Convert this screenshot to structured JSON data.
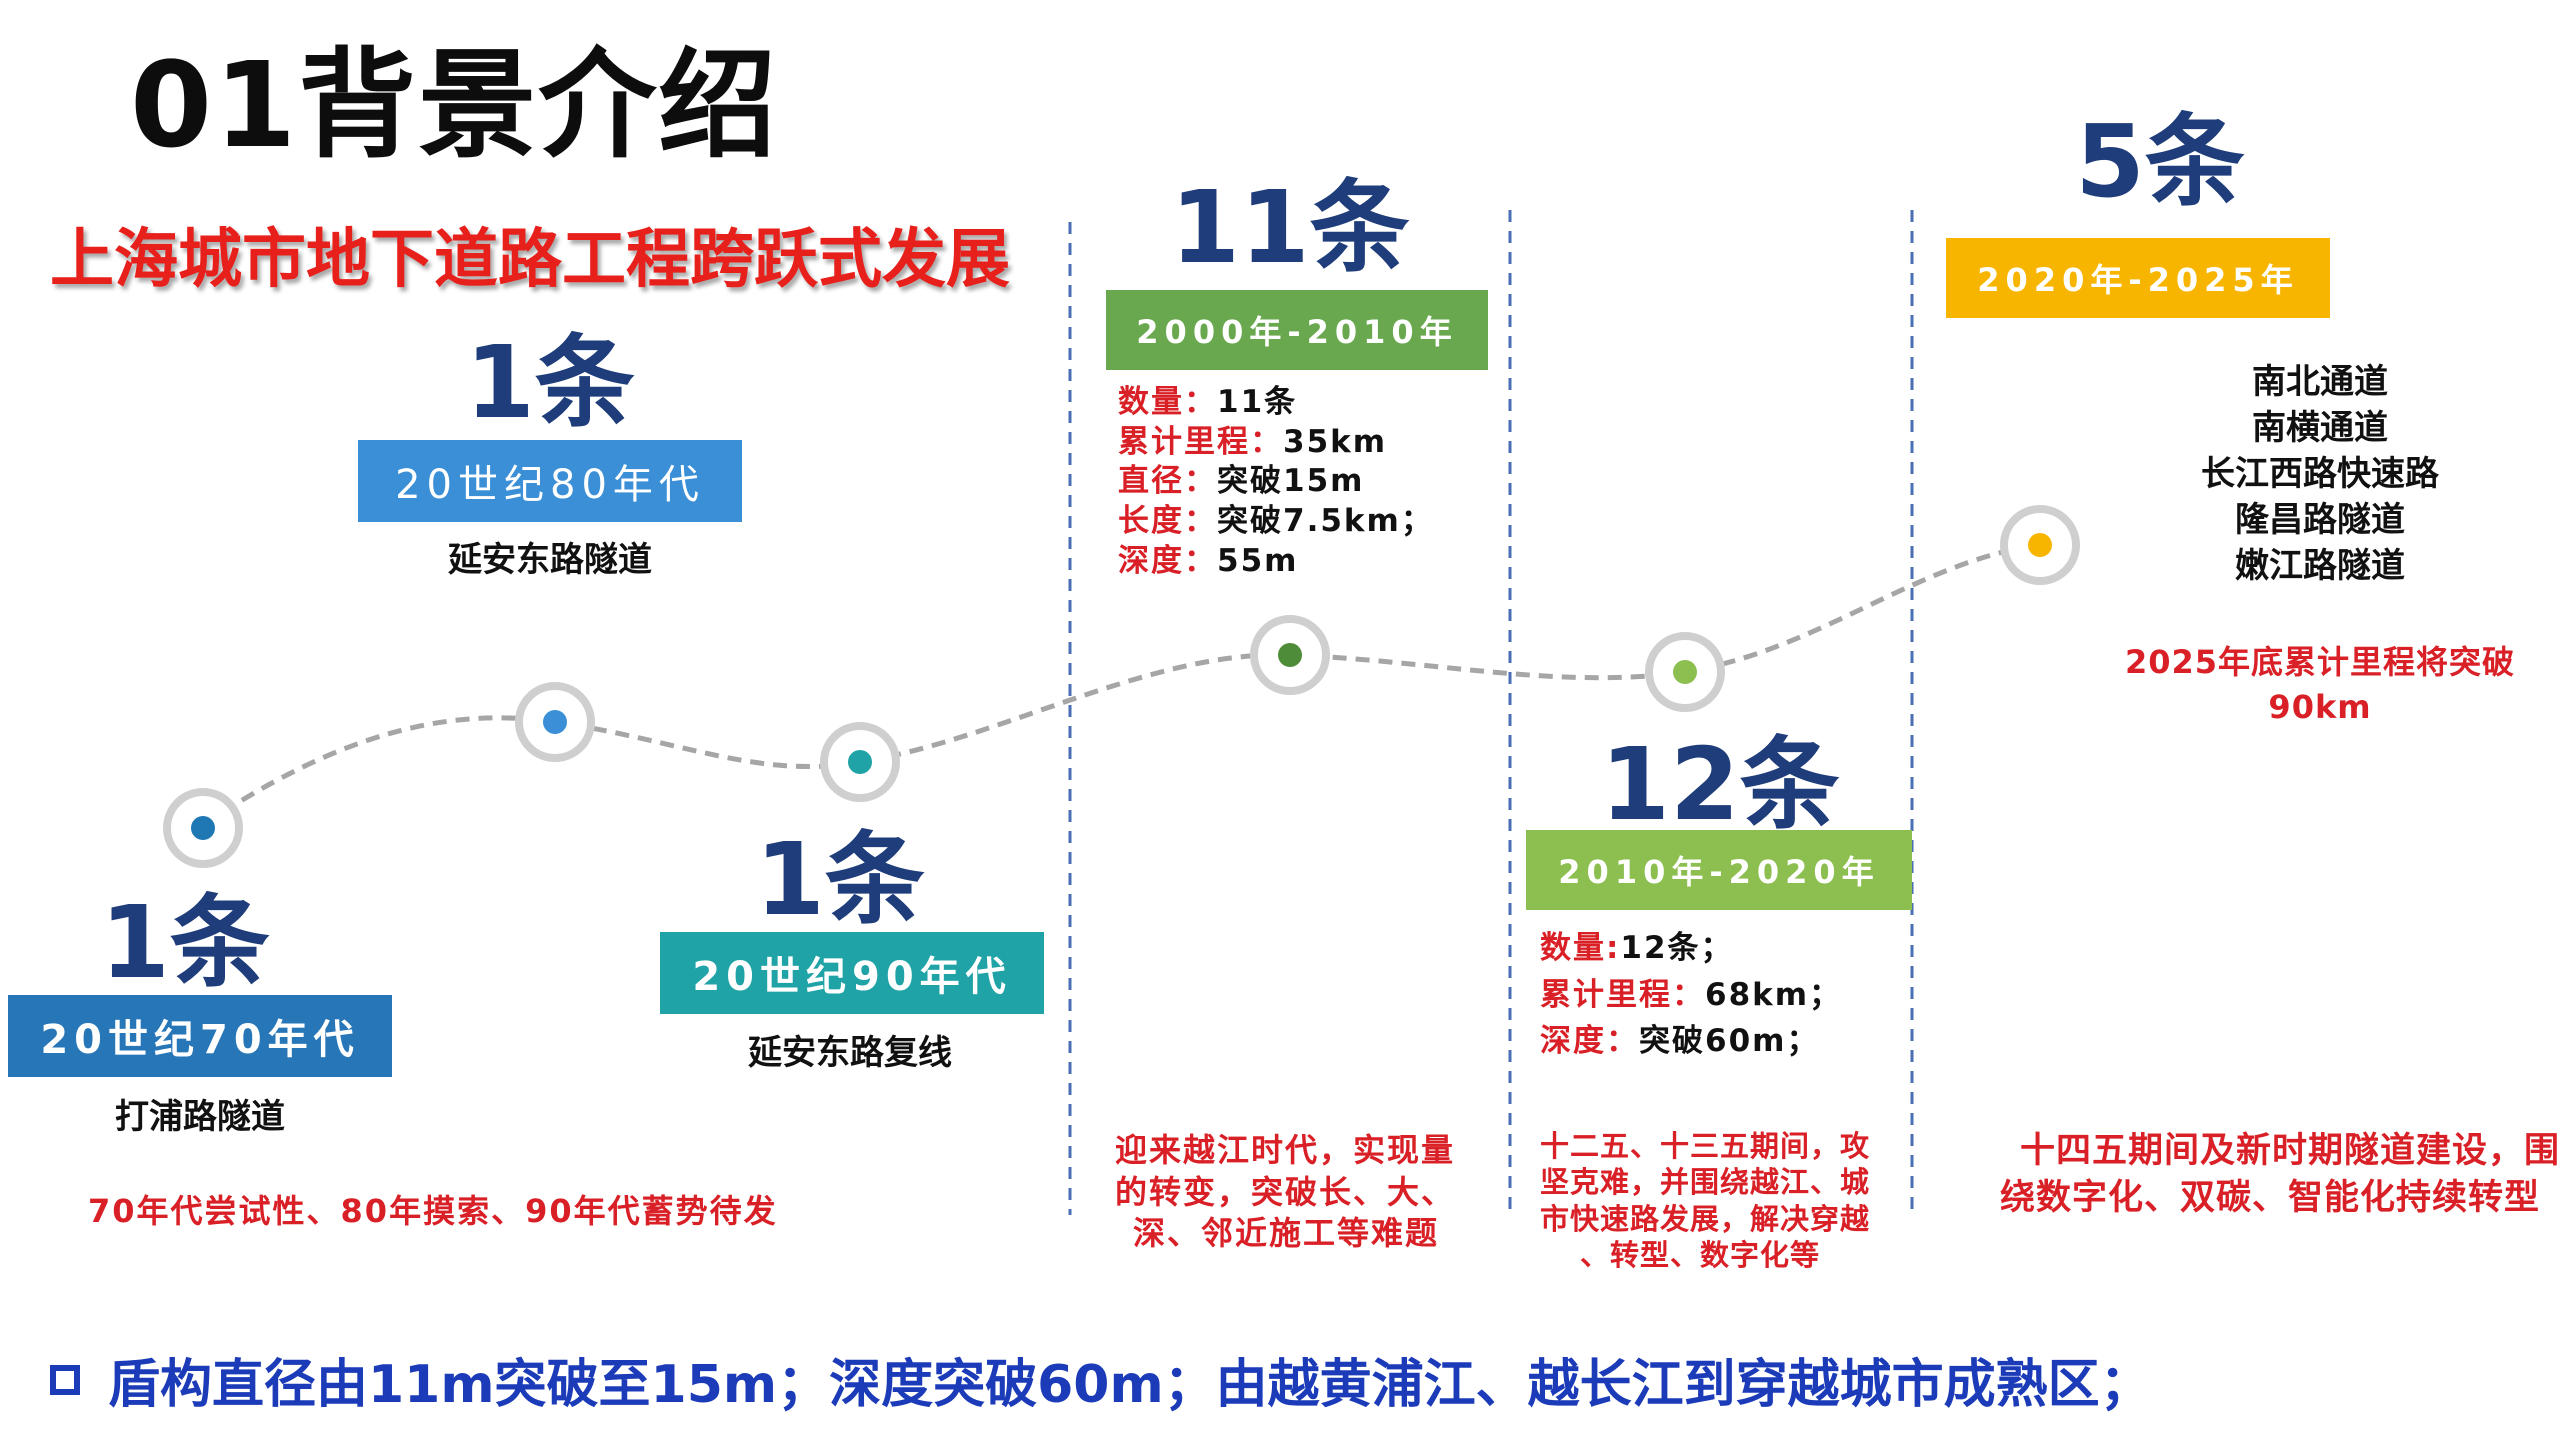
{
  "title": "01背景介绍",
  "subtitle": "上海城市地下道路工程跨跃式发展",
  "milestones": [
    {
      "count": "1条",
      "era": "20世纪70年代",
      "tunnel": "打浦路隧道",
      "era_color": "#2676b8",
      "dot_color": "#1f78b4"
    },
    {
      "count": "1条",
      "era": "20世纪80年代",
      "tunnel": "延安东路隧道",
      "era_color": "#3a8fd6",
      "dot_color": "#3a8fd6"
    },
    {
      "count": "1条",
      "era": "20世纪90年代",
      "tunnel": "延安东路复线",
      "era_color": "#1fa3a6",
      "dot_color": "#1fa3a6"
    },
    {
      "count": "11条",
      "era": "2000年-2010年",
      "era_color": "#6aa84f",
      "dot_color": "#4f8c39",
      "details": [
        {
          "k": "数量：",
          "v": "11条"
        },
        {
          "k": "累计里程：",
          "v": "35km"
        },
        {
          "k": "直径：",
          "v": "突破15m"
        },
        {
          "k": "长度：",
          "v": "突破7.5km；"
        },
        {
          "k": "深度：",
          "v": "55m"
        }
      ],
      "note": [
        "迎来越江时代，实现量",
        "的转变，突破长、大、",
        "深、邻近施工等难题"
      ]
    },
    {
      "count": "12条",
      "era": "2010年-2020年",
      "era_color": "#8cbf4f",
      "dot_color": "#8cbf4f",
      "details": [
        {
          "k": "数量:",
          "v": "12条；"
        },
        {
          "k": "累计里程：",
          "v": "68km；"
        },
        {
          "k": "深度：",
          "v": "突破60m；"
        }
      ],
      "note": [
        "十二五、十三五期间，攻",
        "坚克难，并围绕越江、城",
        "市快速路发展，解决穿越",
        "、转型、数字化等"
      ]
    },
    {
      "count": "5条",
      "era": "2020年-2025年",
      "era_color": "#f7b500",
      "dot_color": "#f7b500",
      "tunnels": [
        "南北通道",
        "南横通道",
        "长江西路快速路",
        "隆昌路隧道",
        "嫩江路隧道"
      ],
      "extra": [
        "2025年底累计里程将突破",
        "90km"
      ],
      "note": [
        "十四五期间及新时期隧道建设，围",
        "绕数字化、双碳、智能化持续转型"
      ]
    }
  ],
  "early_note": "70年代尝试性、80年摸索、90年代蓄势待发",
  "bottom_line": "盾构直径由11m突破至15m；深度突破60m；由越黄浦江、越长江到穿越城市成熟区；"
}
